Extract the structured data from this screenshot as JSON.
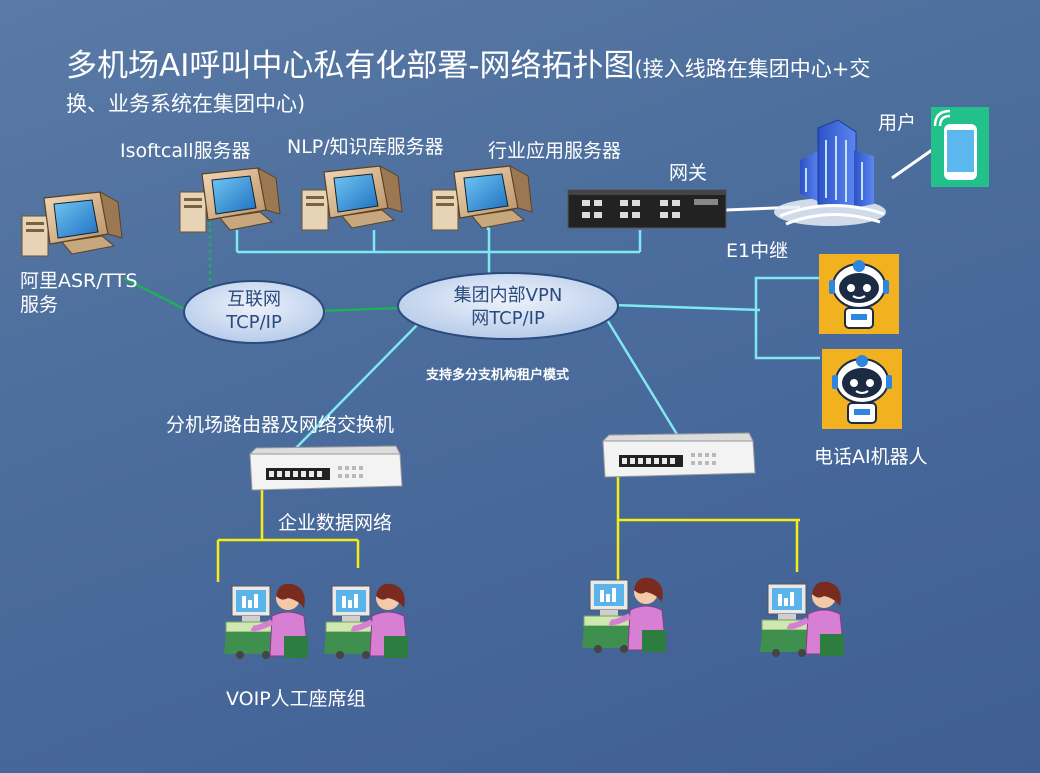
{
  "title": {
    "main": "多机场AI呼叫中心私有化部署-网络拓扑图",
    "sub_part1": "(接入线路在集团中心+交",
    "sub_part2": "换、业务系统在集团中心)"
  },
  "labels": {
    "isoftcall": "Isoftcall服务器",
    "nlp": "NLP/知识库服务器",
    "industry_app": "行业应用服务器",
    "gateway": "网关",
    "user": "用户",
    "e1": "E1中继",
    "ali_asr_line1": "阿里ASR/TTS",
    "ali_asr_line2": "服务",
    "internet_line1": "互联网",
    "internet_line2": "TCP/IP",
    "vpn_line1": "集团内部VPN",
    "vpn_line2": "网TCP/IP",
    "multi_tenant": "支持多分支机构租户模式",
    "branch_router": "分机场路由器及网络交换机",
    "enterprise_net": "企业数据网络",
    "voip_group": "VOIP人工座席组",
    "ai_robot": "电话AI机器人"
  },
  "colors": {
    "background": "#4d6f9d",
    "vpn_link": "#7fe8f0",
    "internet_link": "#1fae5a",
    "lan_link": "#f5ee10",
    "cloud_fill": "#c9d9f2"
  },
  "icons": {
    "server": "desktop-computer-icon",
    "gateway": "gateway-device-icon",
    "building": "building-icon",
    "phone": "mobile-phone-icon",
    "robot": "robot-icon",
    "switch": "network-switch-icon",
    "agent": "call-agent-icon"
  }
}
